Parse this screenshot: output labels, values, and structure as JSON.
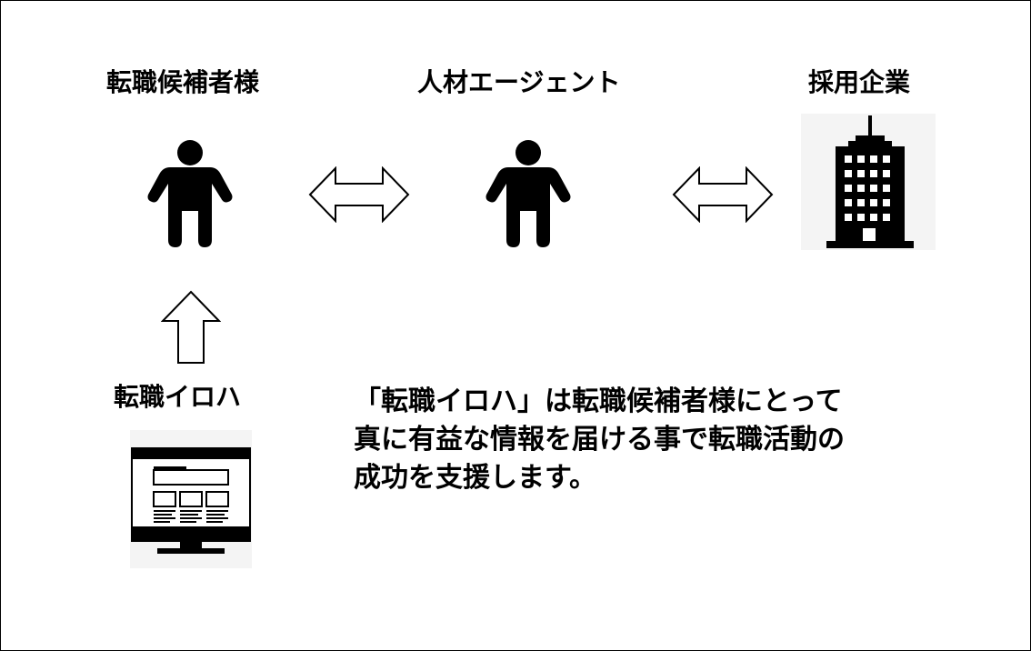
{
  "labels": {
    "candidate": "転職候補者様",
    "agent": "人材エージェント",
    "company": "採用企業",
    "service": "転職イロハ"
  },
  "caption": {
    "line1": "「転職イロハ」は転職候補者様にとって",
    "line2": "真に有益な情報を届ける事で転職活動の",
    "line3": "成功を支援します。"
  },
  "icons": {
    "candidate": "person-icon",
    "agent": "person-icon",
    "company": "office-building-icon",
    "service": "website-monitor-icon",
    "arrow_candidate_agent": "double-arrow-icon",
    "arrow_agent_company": "double-arrow-icon",
    "arrow_service_candidate": "up-arrow-icon"
  },
  "colors": {
    "ink": "#000000",
    "background": "#ffffff"
  }
}
